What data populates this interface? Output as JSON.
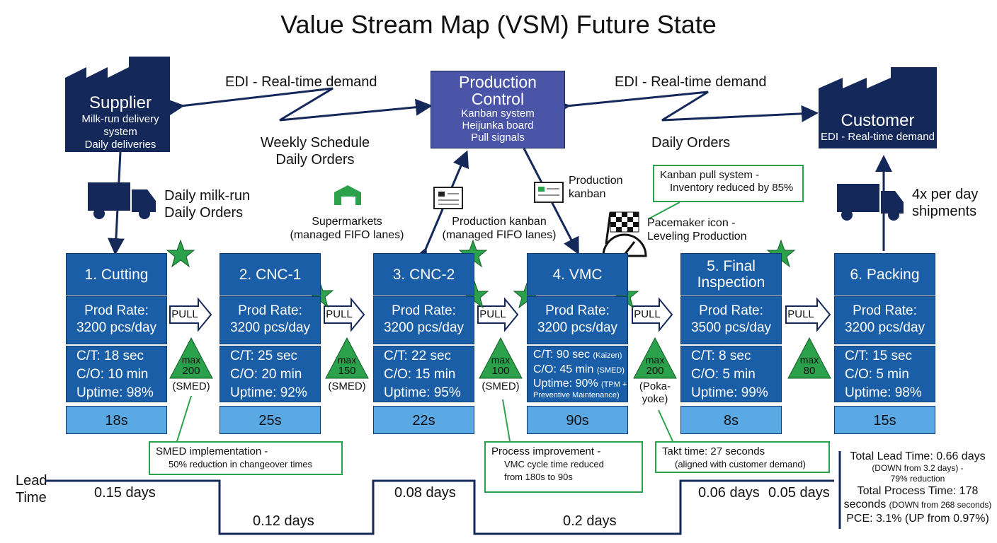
{
  "title": "Value Stream Map (VSM) Future State",
  "supplier": {
    "name": "Supplier",
    "lines": [
      "Milk-run delivery",
      "system",
      "Daily deliveries"
    ]
  },
  "customer": {
    "name": "Customer",
    "lines": [
      "EDI - Real-time demand"
    ]
  },
  "production_control": {
    "name": "Production Control",
    "lines": [
      "Kanban system",
      "Heijunka board",
      "Pull signals"
    ]
  },
  "info_flows": {
    "left_edi": "EDI - Real-time demand",
    "right_edi": "EDI - Real-time demand",
    "weekly": [
      "Weekly Schedule",
      "Daily Orders"
    ],
    "daily_orders": "Daily Orders",
    "production_kanban_top": [
      "Production",
      "kanban"
    ],
    "production_kanban_mid": [
      "Production kanban",
      "(managed FIFO lanes)"
    ],
    "supermarkets": [
      "Supermarkets",
      "(managed FIFO lanes)"
    ]
  },
  "inbound_truck": [
    "Daily milk-run",
    "Daily Orders"
  ],
  "outbound_truck": [
    "4x per day",
    "shipments"
  ],
  "pacemaker": [
    "Pacemaker icon -",
    "Leveling Production"
  ],
  "processes": [
    {
      "name": "1. Cutting",
      "rate_label": "Prod Rate:",
      "rate": "3200 pcs/day",
      "ct": "C/T: 18 sec",
      "co": "C/O: 10 min",
      "uptime": "Uptime: 98%",
      "time": "18s"
    },
    {
      "name": "2. CNC-1",
      "rate_label": "Prod Rate:",
      "rate": "3200 pcs/day",
      "ct": "C/T: 25 sec",
      "co": "C/O: 20 min",
      "uptime": "Uptime: 92%",
      "time": "25s"
    },
    {
      "name": "3. CNC-2",
      "rate_label": "Prod Rate:",
      "rate": "3200 pcs/day",
      "ct": "C/T: 22 sec",
      "co": "C/O: 15 min",
      "uptime": "Uptime: 95%",
      "time": "22s"
    },
    {
      "name": "4. VMC",
      "rate_label": "Prod Rate:",
      "rate": "3200 pcs/day",
      "ct": "C/T: 90 sec",
      "ct_note": "(Kaizen)",
      "co": "C/O: 45 min",
      "co_note": "(SMED)",
      "uptime": "Uptime: 90%",
      "uptime_note": "(TPM + Preventive Maintenance)",
      "time": "90s"
    },
    {
      "name": "5. Final Inspection",
      "rate_label": "Prod Rate:",
      "rate": "3500 pcs/day",
      "ct": "C/T: 8 sec",
      "co": "C/O: 5 min",
      "uptime": "Uptime: 99%",
      "time": "8s"
    },
    {
      "name": "6. Packing",
      "rate_label": "Prod Rate:",
      "rate": "3200 pcs/day",
      "ct": "C/T: 15 sec",
      "co": "C/O: 5 min",
      "uptime": "Uptime: 98%",
      "time": "15s"
    }
  ],
  "pull_label": "PULL",
  "inventory": [
    {
      "max": "max",
      "qty": "200",
      "note": "(SMED)"
    },
    {
      "max": "max",
      "qty": "150",
      "note": "(SMED)"
    },
    {
      "max": "max",
      "qty": "100",
      "note": "(SMED)"
    },
    {
      "max": "max",
      "qty": "200",
      "note": "(Poka-\nyoke)"
    },
    {
      "max": "max",
      "qty": "80",
      "note": ""
    }
  ],
  "callouts": {
    "smed": [
      "SMED implementation -",
      "50% reduction in changeover times"
    ],
    "process": [
      "Process improvement -",
      "VMC cycle time reduced",
      "from 180s to 90s"
    ],
    "takt": [
      "Takt time: 27 seconds",
      "(aligned with customer demand)"
    ],
    "kanban": [
      "Kanban pull system -",
      "Inventory reduced by 85%"
    ]
  },
  "lead_time": {
    "label": [
      "Lead",
      "Time"
    ],
    "values": [
      "0.15 days",
      "0.12 days",
      "0.08 days",
      "0.2 days",
      "0.06 days",
      "0.05 days"
    ]
  },
  "summary": {
    "lead": "Total Lead Time: 0.66 days",
    "lead_note": "(DOWN from 3.2 days) -",
    "lead_note2": "79% reduction",
    "process": "Total Process Time: 178",
    "process2": "seconds",
    "process_note": "(DOWN from 268 seconds)",
    "pce": "PCE: 3.1% (UP from 0.97%)"
  },
  "colors": {
    "process": "#1b5ea8",
    "time_cell": "#5aa8e4",
    "green": "#2aa14a",
    "navy": "#14285a",
    "control": "#4a55a8"
  }
}
